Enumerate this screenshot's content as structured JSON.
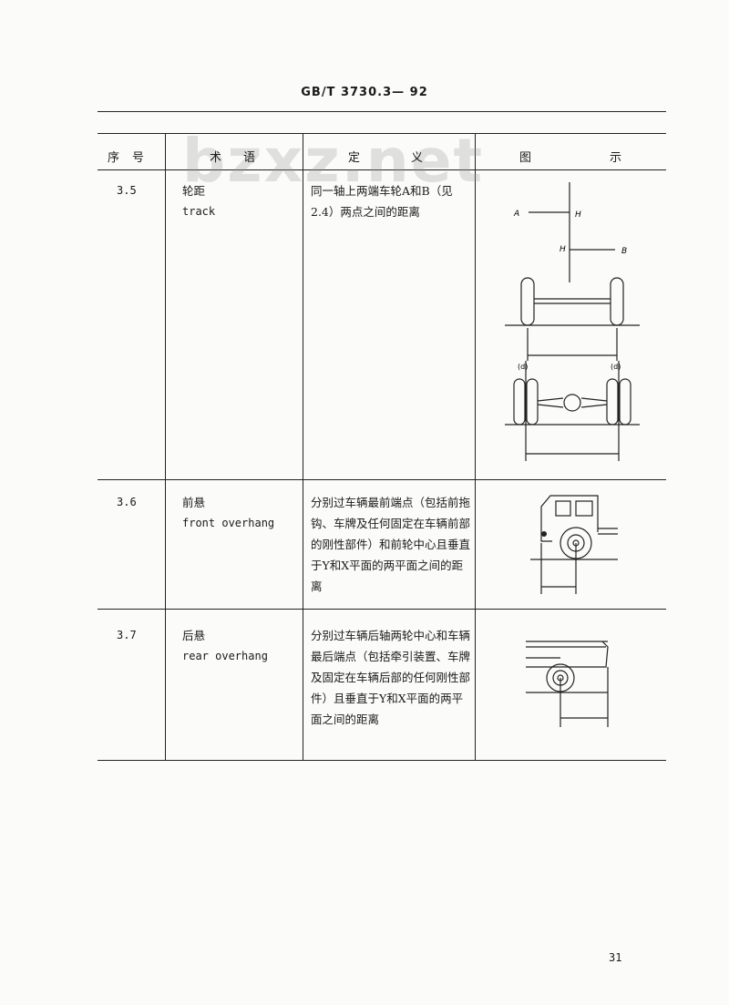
{
  "header": {
    "standard_code": "GB/T 3730.3— 92"
  },
  "watermark": "bzxz.net",
  "table": {
    "columns": {
      "seq": [
        "序",
        "号"
      ],
      "term": [
        "术",
        "语"
      ],
      "definition": [
        "定",
        "义"
      ],
      "figure": [
        "图",
        "示"
      ]
    },
    "rows": [
      {
        "seq": "3.5",
        "term_zh": "轮距",
        "term_en": "track",
        "definition": "同一轴上两端车轮A和B（见2.4）两点之间的距离",
        "figure_labels": {
          "a": "A",
          "b": "B",
          "h1": "H",
          "h2": "H",
          "d_left": "(d)",
          "d_right": "(d)"
        }
      },
      {
        "seq": "3.6",
        "term_zh": "前悬",
        "term_en": "front overhang",
        "definition": "分别过车辆最前端点（包括前拖钩、车牌及任何固定在车辆前部的刚性部件）和前轮中心且垂直于Y和X平面的两平面之间的距离"
      },
      {
        "seq": "3.7",
        "term_zh": "后悬",
        "term_en": "rear overhang",
        "definition": "分别过车辆后轴两轮中心和车辆最后端点（包括牵引装置、车牌及固定在车辆后部的任何刚性部件）且垂直于Y和X平面的两平面之间的距离"
      }
    ]
  },
  "footer": {
    "page_number": "31"
  }
}
